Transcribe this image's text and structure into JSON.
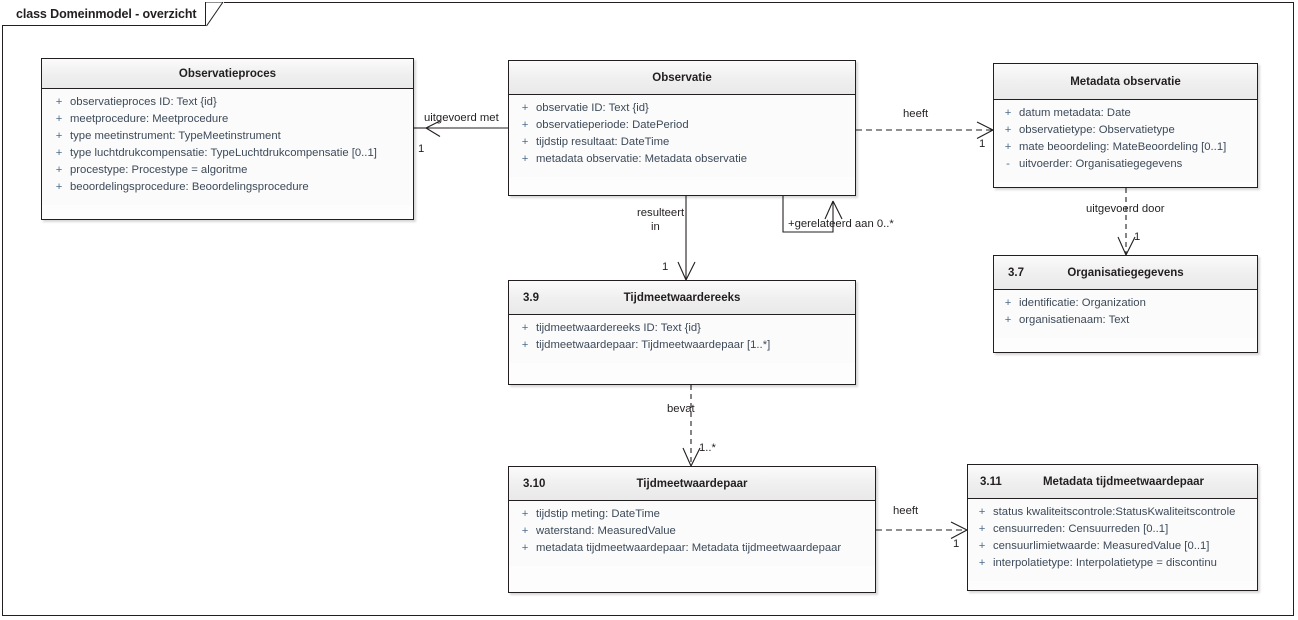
{
  "diagram": {
    "frame_label": "class Domeinmodel - overzicht"
  },
  "nodes": [
    {
      "key": "observatieproces",
      "num": "",
      "title": "Observatieproces",
      "attributes": [
        {
          "vis": "+",
          "text": "observatieproces ID: Text {id}"
        },
        {
          "vis": "+",
          "text": "meetprocedure: Meetprocedure"
        },
        {
          "vis": "+",
          "text": "type meetinstrument: TypeMeetinstrument"
        },
        {
          "vis": "+",
          "text": "type luchtdrukcompensatie: TypeLuchtdrukcompensatie [0..1]"
        },
        {
          "vis": "+",
          "text": "procestype: Procestype = algoritme"
        },
        {
          "vis": "+",
          "text": "beoordelingsprocedure: Beoordelingsprocedure"
        }
      ]
    },
    {
      "key": "observatie",
      "num": "",
      "title": "Observatie",
      "attributes": [
        {
          "vis": "+",
          "text": "observatie ID: Text {id}"
        },
        {
          "vis": "+",
          "text": "observatieperiode: DatePeriod"
        },
        {
          "vis": "+",
          "text": "tijdstip resultaat: DateTime"
        },
        {
          "vis": "+",
          "text": "metadata observatie: Metadata observatie"
        }
      ]
    },
    {
      "key": "metadata_observatie",
      "num": "",
      "title": "Metadata observatie",
      "attributes": [
        {
          "vis": "+",
          "text": "datum metadata: Date"
        },
        {
          "vis": "+",
          "text": "observatietype: Observatietype"
        },
        {
          "vis": "+",
          "text": "mate beoordeling: MateBeoordeling [0..1]"
        },
        {
          "vis": "-",
          "text": "uitvoerder: Organisatiegegevens"
        }
      ]
    },
    {
      "key": "organisatiegegevens",
      "num": "3.7",
      "title": "Organisatiegegevens",
      "attributes": [
        {
          "vis": "+",
          "text": "identificatie: Organization"
        },
        {
          "vis": "+",
          "text": "organisatienaam: Text"
        }
      ]
    },
    {
      "key": "tijdmeetwaardereeks",
      "num": "3.9",
      "title": "Tijdmeetwaardereeks",
      "attributes": [
        {
          "vis": "+",
          "text": "tijdmeetwaardereeks ID: Text {id}"
        },
        {
          "vis": "+",
          "text": "tijdmeetwaardepaar: Tijdmeetwaardepaar [1..*]"
        }
      ]
    },
    {
      "key": "tijdmeetwaardepaar",
      "num": "3.10",
      "title": "Tijdmeetwaardepaar",
      "attributes": [
        {
          "vis": "+",
          "text": "tijdstip meting: DateTime"
        },
        {
          "vis": "+",
          "text": "waterstand: MeasuredValue"
        },
        {
          "vis": "+",
          "text": "metadata tijdmeetwaardepaar: Metadata tijdmeetwaardepaar"
        }
      ]
    },
    {
      "key": "metadata_tijdmeetwaardepaar",
      "num": "3.11",
      "title": "Metadata tijdmeetwaardepaar",
      "attributes": [
        {
          "vis": "+",
          "text": "status kwaliteitscontrole:StatusKwaliteitscontrole"
        },
        {
          "vis": "+",
          "text": "censuurreden: Censuurreden [0..1]"
        },
        {
          "vis": "+",
          "text": "censuurlimietwaarde: MeasuredValue [0..1]"
        },
        {
          "vis": "+",
          "text": "interpolatietype: Interpolatietype = discontinu"
        }
      ]
    }
  ],
  "edges": [
    {
      "key": "uitgevoerd_met",
      "label": "uitgevoerd met",
      "multiplicity": "1"
    },
    {
      "key": "heeft_observatie_metadata",
      "label": "heeft",
      "multiplicity": "1"
    },
    {
      "key": "resulteert_in_line1",
      "label": "resulteert",
      "label2": "in",
      "multiplicity": "1"
    },
    {
      "key": "gerelateerd_aan",
      "label": "+gerelateerd aan 0..*",
      "multiplicity": ""
    },
    {
      "key": "uitgevoerd_door",
      "label": "uitgevoerd door",
      "multiplicity": "1"
    },
    {
      "key": "bevat",
      "label": "bevat",
      "multiplicity": "1..*"
    },
    {
      "key": "heeft_paar_metadata",
      "label": "heeft",
      "multiplicity": "1"
    }
  ],
  "colors": {
    "border": "#231f20",
    "header_fill": "#efefef",
    "body_fill": "#fbfbfb",
    "attr_text": "#3d4a59",
    "title_text": "#231f20"
  }
}
